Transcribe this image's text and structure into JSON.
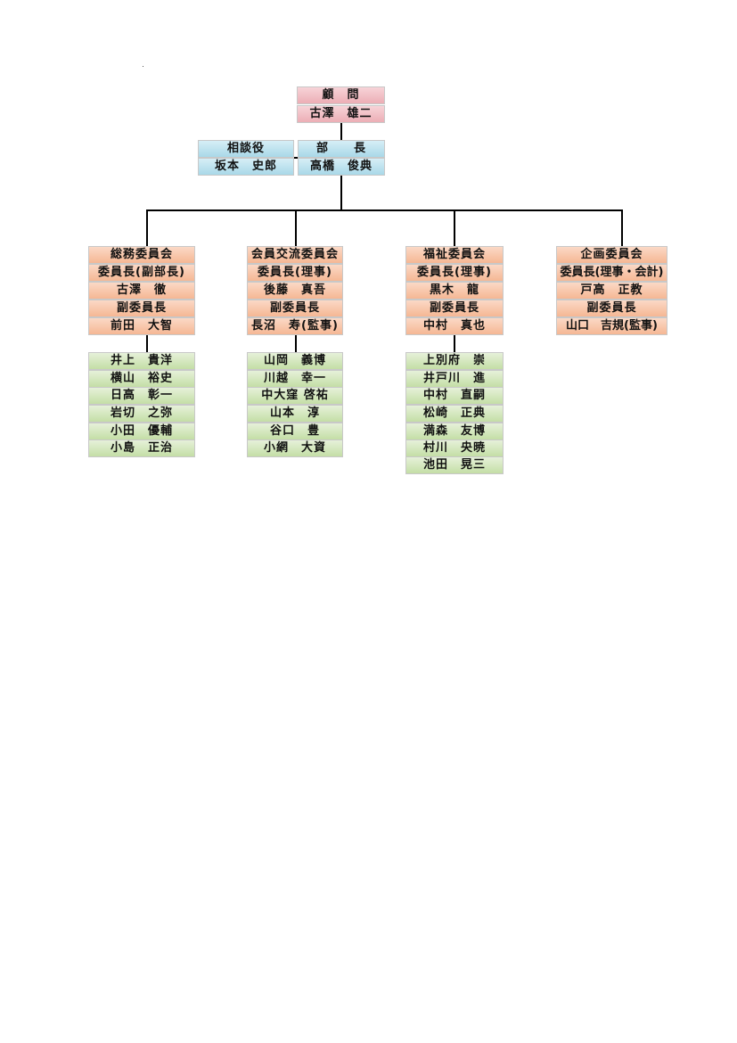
{
  "advisor": {
    "role": "顧　問",
    "name": "古澤　雄二"
  },
  "consultant": {
    "role": "相談役",
    "name": "坂本　史郎"
  },
  "head": {
    "role": "部　　長",
    "name": "高橋　俊典"
  },
  "committees": [
    {
      "name": "総務委員会",
      "rows": [
        "委員長(副部長)",
        "古澤　徹",
        "副委員長",
        "前田　大智"
      ],
      "members": [
        "井上　貴洋",
        "横山　裕史",
        "日高　彰一",
        "岩切　之弥",
        "小田　優輔",
        "小島　正治"
      ]
    },
    {
      "name": "会員交流委員会",
      "rows": [
        "委員長(理事)",
        "後藤　真吾",
        "副委員長",
        "長沼　寿(監事)"
      ],
      "members": [
        "山岡　義博",
        "川越　幸一",
        "中大窪 啓祐",
        "山本　淳",
        "谷口　豊",
        "小網　大資"
      ]
    },
    {
      "name": "福祉委員会",
      "rows": [
        "委員長(理事)",
        "黒木　龍",
        "副委員長",
        "中村　真也"
      ],
      "members": [
        "上別府　崇",
        "井戸川　進",
        "中村　直嗣",
        "松崎　正典",
        "満森　友博",
        "村川　央暁",
        "池田　晃三"
      ]
    },
    {
      "name": "企画委員会",
      "rows": [
        "委員長(理事・会計)",
        "戸高　正教",
        "副委員長",
        "山口　吉規(監事)"
      ],
      "members": []
    }
  ]
}
